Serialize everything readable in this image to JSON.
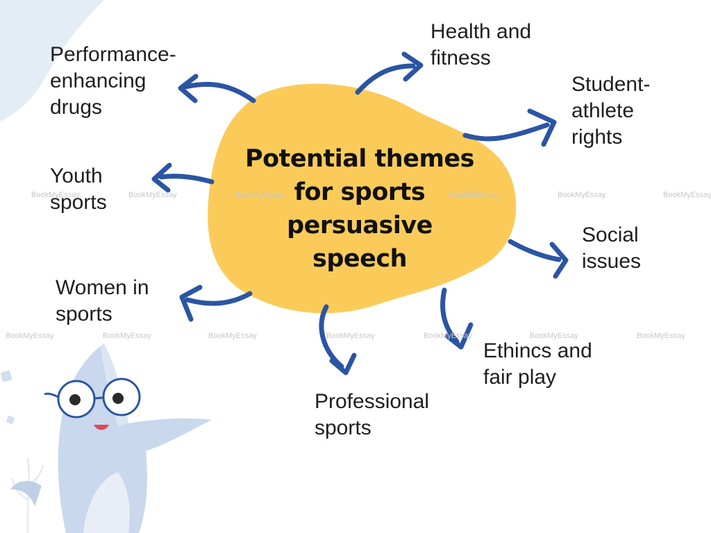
{
  "title": "Potential themes\nfor sports\npersuasive\nspeech",
  "themes": [
    {
      "id": "performance",
      "label": "Performance-\nenhancing\ndrugs"
    },
    {
      "id": "youth",
      "label": "Youth\nsports"
    },
    {
      "id": "women",
      "label": "Women in\nsports"
    },
    {
      "id": "professional",
      "label": "Professional\nsports"
    },
    {
      "id": "ethics",
      "label": "Ethincs and\nfair play"
    },
    {
      "id": "social",
      "label": "Social\nissues"
    },
    {
      "id": "student",
      "label": "Student-\nathlete\nrights"
    },
    {
      "id": "health",
      "label": "Health and\nfitness"
    }
  ],
  "watermark": "BookMyEssay",
  "colors": {
    "blob": "#FBCB5A",
    "arrow": "#2B55A3",
    "text": "#1e1e1e",
    "mascot": "#C7D6EA",
    "background_shape": "#E4ECF6"
  }
}
